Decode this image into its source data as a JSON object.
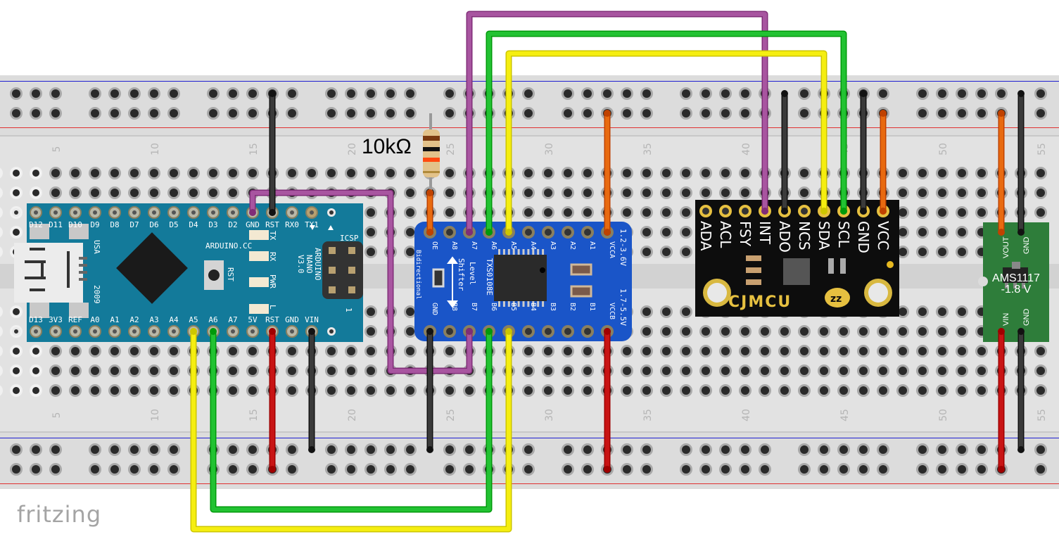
{
  "app": {
    "logo_text": "fritzing"
  },
  "breadboard": {
    "columns": 55,
    "column_labels": [
      "5",
      "10",
      "15",
      "20",
      "25",
      "30",
      "35",
      "40",
      "45",
      "50",
      "55"
    ],
    "colors": {
      "board": "#dcdcdc",
      "blue_rail": "#1f1fd1",
      "red_rail": "#e03030"
    }
  },
  "components": {
    "arduino_nano": {
      "top_pins": [
        "D12",
        "D11",
        "D10",
        "D9",
        "D8",
        "D7",
        "D6",
        "D5",
        "D4",
        "D3",
        "D2",
        "GND",
        "RST",
        "RX0",
        "TX1"
      ],
      "bottom_pins": [
        "D13",
        "3V3",
        "REF",
        "A0",
        "A1",
        "A2",
        "A3",
        "A4",
        "A5",
        "A6",
        "A7",
        "5V",
        "RST",
        "GND",
        "VIN"
      ],
      "silkscreen": {
        "site": "ARDUINO.CC",
        "usa": "USA",
        "year": "2009",
        "rst": "RST",
        "icsp": "ICSP",
        "name1": "ARDUINO",
        "name2": "NANO",
        "name3": "V3.0",
        "led_tx": "TX",
        "led_rx": "RX",
        "led_pwr": "PWR",
        "led_l": "L",
        "icsp_pin1": "1"
      },
      "color": "#137a9a"
    },
    "level_shifter": {
      "top_pins": [
        "OE",
        "A8",
        "A7",
        "A6",
        "A5",
        "A4",
        "A3",
        "A2",
        "A1",
        "VCCA"
      ],
      "bottom_pins": [
        "GND",
        "B8",
        "B7",
        "B6",
        "B5",
        "B4",
        "B3",
        "B2",
        "B1",
        "VCCB"
      ],
      "chip": "TXS0108E",
      "text_level": "Level",
      "text_shifter": "Shifter",
      "text_bidir": "Bidirectional",
      "vcca_range": "1.2-3.6V",
      "vccb_range": "1.7-5.5V",
      "color": "#1a55c8"
    },
    "imu_board": {
      "pins": [
        "ADA",
        "ACL",
        "FSY",
        "INT",
        "ADO",
        "NCS",
        "SDA",
        "SCL",
        "GND",
        "VCC"
      ],
      "brand": "CJMCU",
      "color": "#0d0d0d"
    },
    "regulator": {
      "top_pins": [
        "VOUT",
        "GND"
      ],
      "bottom_pins": [
        "VIN",
        "GND"
      ],
      "name": "AMS1117",
      "voltage": "-1.8 V",
      "color": "#2e7d3a"
    },
    "resistor": {
      "label": "10kΩ",
      "bands": [
        "#7a3a10",
        "#111111",
        "#ff4a10",
        "#b08a3a"
      ]
    }
  },
  "wires": {
    "colors": {
      "purple": "#a855a0",
      "green": "#22c232",
      "yellow": "#f5ee10",
      "black": "#3a3a3a",
      "red": "#c81414",
      "orange": "#e86a10"
    }
  }
}
